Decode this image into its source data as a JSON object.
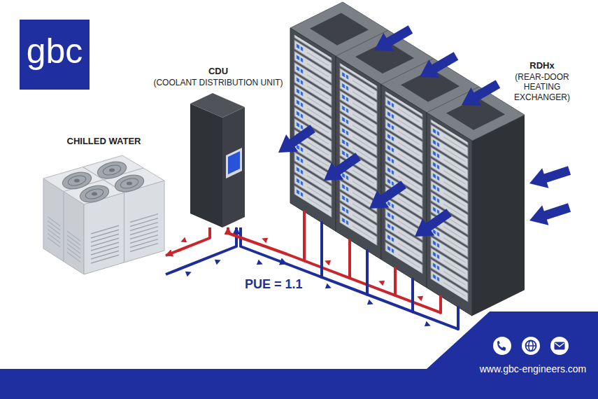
{
  "diagram": {
    "nodes": [
      {
        "text": [
          "gbc"
        ]
      },
      {
        "text": [
          "CHILLED WATER"
        ]
      },
      {
        "text": [
          "CDU",
          "(COOLANT DISTRIBUTION UNIT)"
        ]
      },
      {
        "text": [
          "RDHx",
          "(REAR-DOOR HEATING EXCHANGER)"
        ]
      }
    ],
    "edges": [
      {
        "from": 1,
        "to": 2,
        "arrow": "to"
      },
      {
        "from": 2,
        "to": 1,
        "arrow": "to"
      },
      {
        "from": 2,
        "to": 3,
        "arrow": "to"
      },
      {
        "from": 3,
        "to": 2,
        "arrow": "to"
      }
    ],
    "labels": [
      "PUE = 1.1",
      "www.gbc-engineers.com"
    ]
  }
}
